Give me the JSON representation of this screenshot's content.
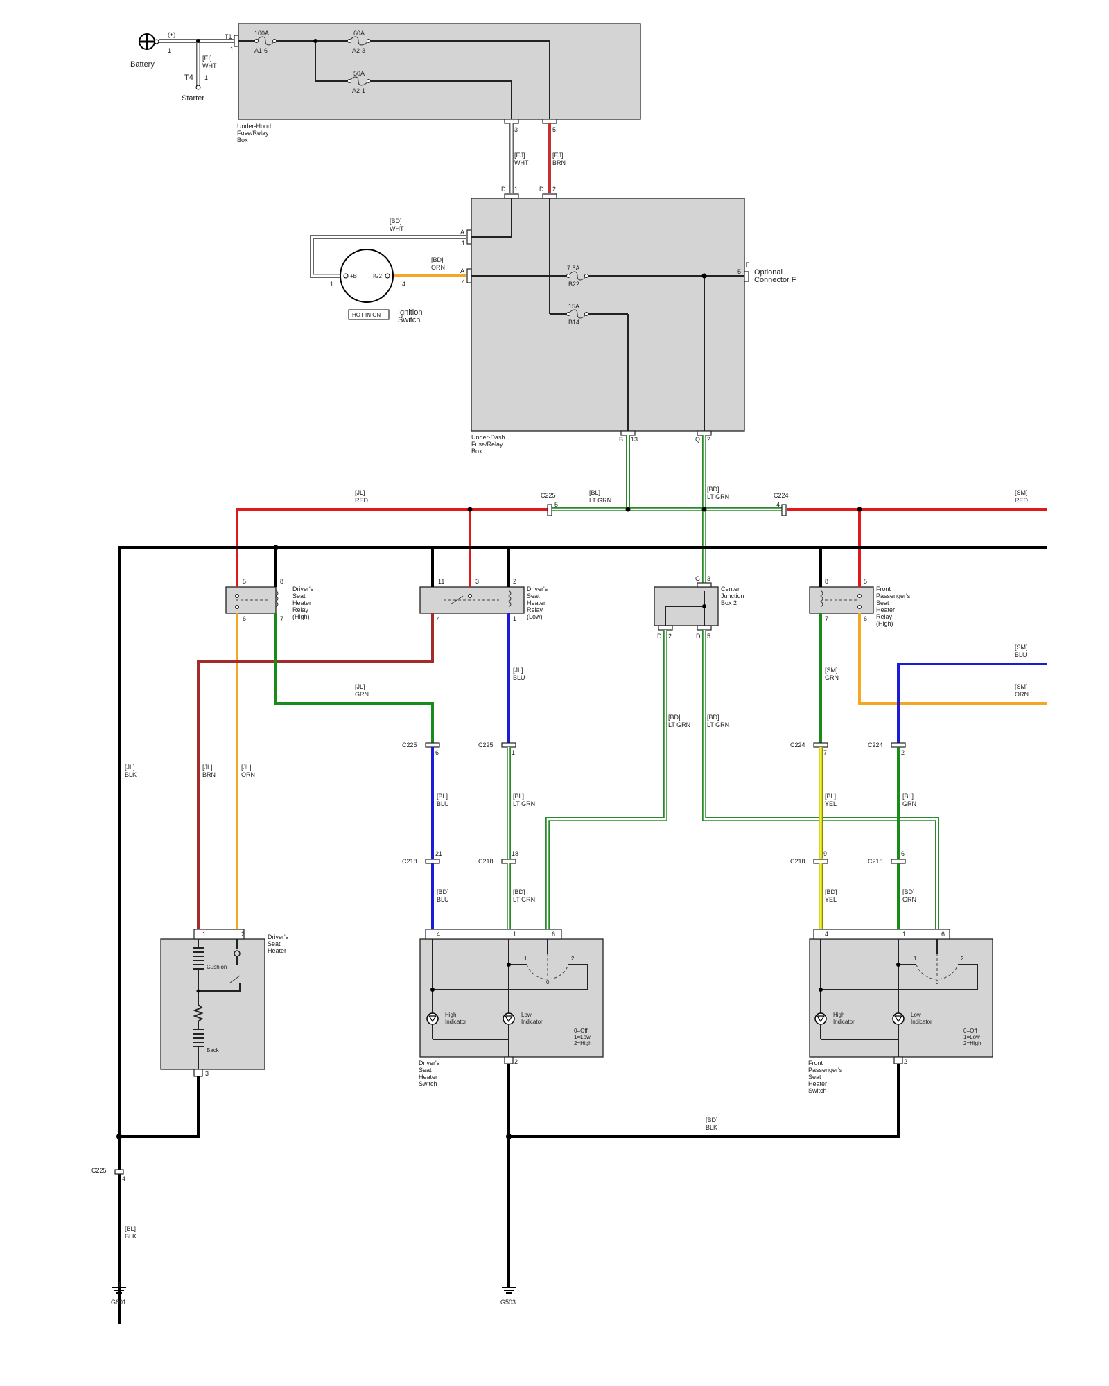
{
  "power": {
    "battery": "Battery",
    "plus": "(+)",
    "bat_pin": "1",
    "starter": "Starter",
    "t4": "T4",
    "t4_pin": "1",
    "ei_wire": "[EI]",
    "ei_color": "WHT",
    "t1": "T1",
    "t1_pin": "1"
  },
  "underhood": {
    "label": [
      "Under-Hood",
      "Fuse/Relay",
      "Box"
    ],
    "f100": "100A",
    "f100_id": "A1-6",
    "f60": "60A",
    "f60_id": "A2-3",
    "f50": "50A",
    "f50_id": "A2-1",
    "pin3": "3",
    "pin5": "5",
    "w3_harness": "[EJ]",
    "w3_color": "WHT",
    "w5_harness": "[EJ]",
    "w5_color": "BRN"
  },
  "underdash": {
    "label": [
      "Under-Dash",
      "Fuse/Relay",
      "Box"
    ],
    "d1": "D",
    "d1_pin": "1",
    "d2": "D",
    "d2_pin": "2",
    "a1": "A",
    "a1_pin": "1",
    "a4": "A",
    "a4_pin": "4",
    "f75": "7.5A",
    "f75_id": "B22",
    "f15": "15A",
    "f15_id": "B14",
    "b13": "B",
    "b13_pin": "13",
    "q2": "Q",
    "q2_pin": "2",
    "opt_f": "F",
    "opt_pin": "5",
    "opt_label": [
      "Optional",
      "Connector F"
    ]
  },
  "ignition": {
    "bd_wht": "[BD]",
    "bd_wht_color": "WHT",
    "bd_orn": "[BD]",
    "bd_orn_color": "ORN",
    "pin1": "1",
    "pin4": "4",
    "b_term": "+B",
    "ig2_term": "IG2",
    "hot": "HOT IN ON",
    "label": [
      "Ignition",
      "Switch"
    ]
  },
  "bus": {
    "jl_red": "[JL]",
    "jl_red_color": "RED",
    "c225": "C225",
    "c225_pin": "5",
    "bl_ltgrn": "[BL]",
    "bl_ltgrn_color": "LT GRN",
    "bd_ltgrn": "[BD]",
    "bd_ltgrn_color": "LT GRN",
    "c224": "C224",
    "c224_pin": "4",
    "sm_red": "[SM]",
    "sm_red_color": "RED"
  },
  "relay_dh": {
    "label": [
      "Driver's",
      "Seat",
      "Heater",
      "Relay",
      "(High)"
    ],
    "p5": "5",
    "p8": "8",
    "p6": "6",
    "p7": "7"
  },
  "relay_dl": {
    "label": [
      "Driver's",
      "Seat",
      "Heater",
      "Relay",
      "(Low)"
    ],
    "p11": "11",
    "p3": "3",
    "p2": "2",
    "p4": "4",
    "p1": "1"
  },
  "cjb": {
    "label": [
      "Center",
      "Junction",
      "Box 2"
    ],
    "g": "G",
    "g_pin": "3",
    "d2": "D",
    "d2_pin": "2",
    "d5": "D",
    "d5_pin": "5"
  },
  "relay_fp": {
    "label": [
      "Front",
      "Passenger's",
      "Seat",
      "Heater",
      "Relay",
      "(High)"
    ],
    "p8": "8",
    "p5": "5",
    "p7": "7",
    "p6": "6"
  },
  "wires": {
    "jl_blk": "[JL]",
    "jl_blk_color": "BLK",
    "jl_brn": "[JL]",
    "jl_brn_color": "BRN",
    "jl_orn": "[JL]",
    "jl_orn_color": "ORN",
    "jl_grn": "[JL]",
    "jl_grn_color": "GRN",
    "jl_blu": "[JL]",
    "jl_blu_color": "BLU",
    "bd_ltgrn_a": "[BD]",
    "bd_ltgrn_a_color": "LT GRN",
    "bd_ltgrn_b": "[BD]",
    "bd_ltgrn_b_color": "LT GRN",
    "sm_grn": "[SM]",
    "sm_grn_color": "GRN",
    "sm_blu": "[SM]",
    "sm_blu_color": "BLU",
    "sm_orn": "[SM]",
    "sm_orn_color": "ORN",
    "bl_blu": "[BL]",
    "bl_blu_color": "BLU",
    "bl_ltgrn": "[BL]",
    "bl_ltgrn_color": "LT GRN",
    "bl_yel": "[BL]",
    "bl_yel_color": "YEL",
    "bl_grn": "[BL]",
    "bl_grn_color": "GRN",
    "bd_blu": "[BD]",
    "bd_blu_color": "BLU",
    "bd_ltgrn2": "[BD]",
    "bd_ltgrn2_color": "LT GRN",
    "bd_yel": "[BD]",
    "bd_yel_color": "YEL",
    "bd_grn": "[BD]",
    "bd_grn_color": "GRN",
    "bd_blk": "[BD]",
    "bd_blk_color": "BLK",
    "bl_blk": "[BL]",
    "bl_blk_color": "BLK"
  },
  "connectors": {
    "c225_6": "C225",
    "c225_6_pin": "6",
    "c225_1": "C225",
    "c225_1_pin": "1",
    "c224_7": "C224",
    "c224_7_pin": "7",
    "c224_2": "C224",
    "c224_2_pin": "2",
    "c218_21": "C218",
    "c218_21_pin": "21",
    "c218_18": "C218",
    "c218_18_pin": "18",
    "c218_9": "C218",
    "c218_9_pin": "9",
    "c218_6": "C218",
    "c218_6_pin": "6",
    "c225_4": "C225",
    "c225_4_pin": "4"
  },
  "heater": {
    "label": [
      "Driver's",
      "Seat",
      "Heater"
    ],
    "p1": "1",
    "p2": "2",
    "p3": "3",
    "cushion": "Cushion",
    "back": "Back"
  },
  "dswitch": {
    "label": [
      "Driver's",
      "Seat",
      "Heater",
      "Switch"
    ],
    "p4": "4",
    "p1": "1",
    "p6": "6",
    "p2": "2",
    "high": [
      "High",
      "Indicator"
    ],
    "low": [
      "Low",
      "Indicator"
    ],
    "pos1": "1",
    "pos2": "2",
    "pos0": "0",
    "legend": [
      "0=Off",
      "1=Low",
      "2=High"
    ]
  },
  "pswitch": {
    "label": [
      "Front",
      "Passenger's",
      "Seat",
      "Heater",
      "Switch"
    ],
    "p4": "4",
    "p1": "1",
    "p6": "6",
    "p2": "2",
    "high": [
      "High",
      "Indicator"
    ],
    "low": [
      "Low",
      "Indicator"
    ],
    "pos1": "1",
    "pos2": "2",
    "pos0": "0",
    "legend": [
      "0=Off",
      "1=Low",
      "2=High"
    ]
  },
  "grounds": {
    "g601": "G601",
    "g503": "G503"
  }
}
